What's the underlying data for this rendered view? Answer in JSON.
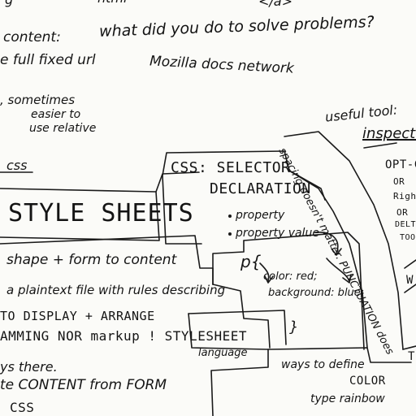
{
  "top_fragments": {
    "left_cut": "g",
    "html_cut": "html",
    "tag_cut": "</a>"
  },
  "left_notes": {
    "content_label": "content:",
    "fixed_url": "e full fixed url",
    "sometimes": ", sometimes",
    "easier_to": "easier to",
    "use_relative": "use relative",
    "css_small": "css"
  },
  "question": {
    "title": "what did you do to solve problems?",
    "answer": "Mozilla docs network"
  },
  "tool": {
    "label": "useful tool:",
    "inspector": "inspecto",
    "opt": "OPT-C",
    "or1": "OR",
    "right": "Righ",
    "or2": "OR",
    "delta": "DELTA",
    "tools": "TOO"
  },
  "style_sheets": {
    "title": "STYLE SHEETS",
    "shape_form": "shape + form to content",
    "plaintext": "a plaintext file with rules describing",
    "display_arrange": "TO DISPLAY + ARRANGE",
    "programming": "AMMING NOR markup ! STYLESHEET",
    "language": "language",
    "ways_there": "ys there.",
    "content_from_form": "te CONTENT from FORM",
    "css_bottom": "CSS"
  },
  "selector_box": {
    "heading1": "CSS: SELECTOR",
    "heading2": "DECLARATION",
    "property": "property",
    "property_value": "property value",
    "code_open": "p{",
    "code_line1": "color: red;",
    "code_line2": "background: blue;",
    "code_close": "}",
    "spacing_note": "spacing doesn't matter. PUNCTUATION does"
  },
  "colors_note": {
    "ways_to_define": "ways to define",
    "color_label": "COLOR",
    "type_rainbow": "type rainbow"
  },
  "right_edge": {
    "w_fragment": "W",
    "t_fragment": "T"
  }
}
